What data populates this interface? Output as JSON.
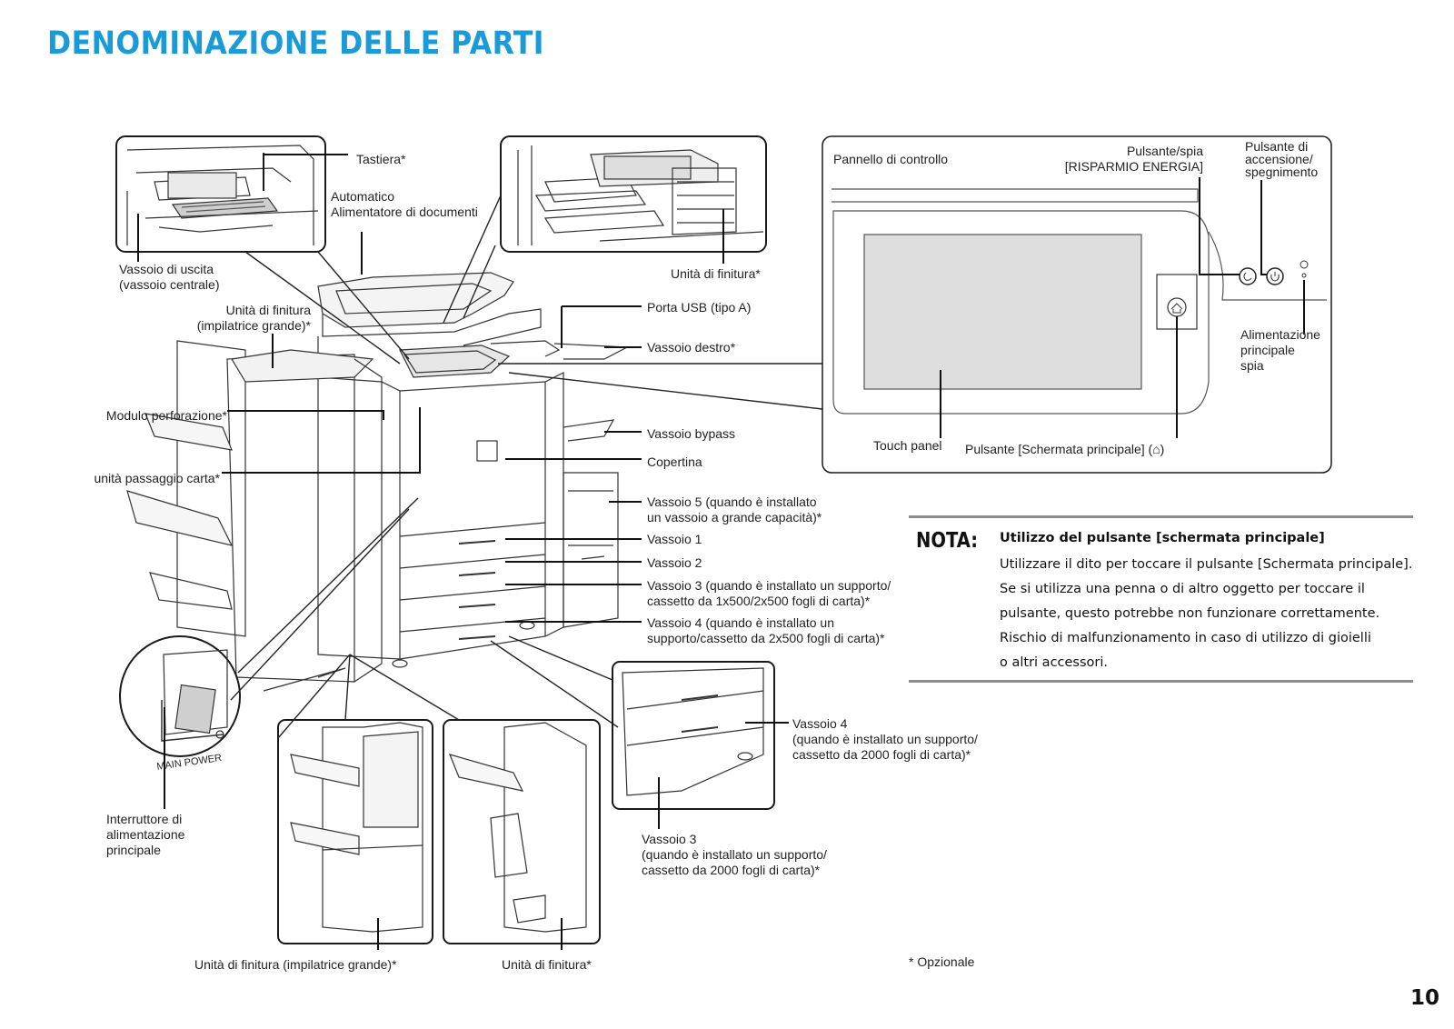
{
  "page": {
    "title": "DENOMINAZIONE DELLE PARTI",
    "page_number": "10",
    "footnote": "* Opzionale"
  },
  "labels": {
    "tastiera": "Tastiera*",
    "alimentatore": "Automatico\nAlimentatore di documenti",
    "vassoio_uscita": "Vassoio di uscita\n(vassoio centrale)",
    "finitura_impilatrice": "Unità di finitura\n(impilatrice grande)*",
    "modulo_perforazione": "Modulo perforazione*",
    "passaggio_carta": "unità passaggio carta*",
    "finitura_top": "Unità di finitura*",
    "porta_usb": "Porta USB (tipo A)",
    "vassoio_destro": "Vassoio destro*",
    "vassoio_bypass": "Vassoio bypass",
    "copertina": "Copertina",
    "vassoio5": "Vassoio 5 (quando è installato\nun vassoio a grande capacità)*",
    "vassoio1": "Vassoio 1",
    "vassoio2": "Vassoio 2",
    "vassoio3": "Vassoio 3 (quando è installato un supporto/\ncassetto da 1x500/2x500 fogli di carta)*",
    "vassoio4": "Vassoio 4 (quando è installato un\nsupporto/cassetto da 2x500 fogli di carta)*",
    "vassoio4_2000": "Vassoio 4\n(quando è installato un supporto/\ncassetto da 2000 fogli di carta)*",
    "vassoio3_2000": "Vassoio 3\n(quando è installato un supporto/\ncassetto da 2000 fogli di carta)*",
    "interruttore": "Interruttore di\nalimentazione\nprincipale",
    "main_power": "MAIN POWER",
    "finitura_impilatrice_bottom": "Unità di finitura (impilatrice grande)*",
    "finitura_bottom": "Unità di finitura*"
  },
  "control_panel": {
    "title": "Pannello di controllo",
    "risparmio": "Pulsante/spia\n[RISPARMIO ENERGIA]",
    "accensione": "Pulsante di\naccensione/\nspegnimento",
    "alimentazione": "Alimentazione\nprincipale\nspia",
    "touch_panel": "Touch panel",
    "home_button": "Pulsante [Schermata principale] (⌂)"
  },
  "nota": {
    "heading": "NOTA:",
    "subtitle": "Utilizzo del pulsante [schermata principale]",
    "lines": [
      "Utilizzare il dito per toccare il pulsante [Schermata principale].",
      "Se si utilizza una penna o di altro oggetto per toccare il",
      "pulsante, questo potrebbe non funzionare correttamente.",
      "Rischio di malfunzionamento in caso di utilizzo di gioielli",
      "o altri accessori."
    ]
  },
  "colors": {
    "title_blue": "#1a9ad6",
    "line": "#1a1a1a",
    "touch_screen": "#dedede"
  }
}
